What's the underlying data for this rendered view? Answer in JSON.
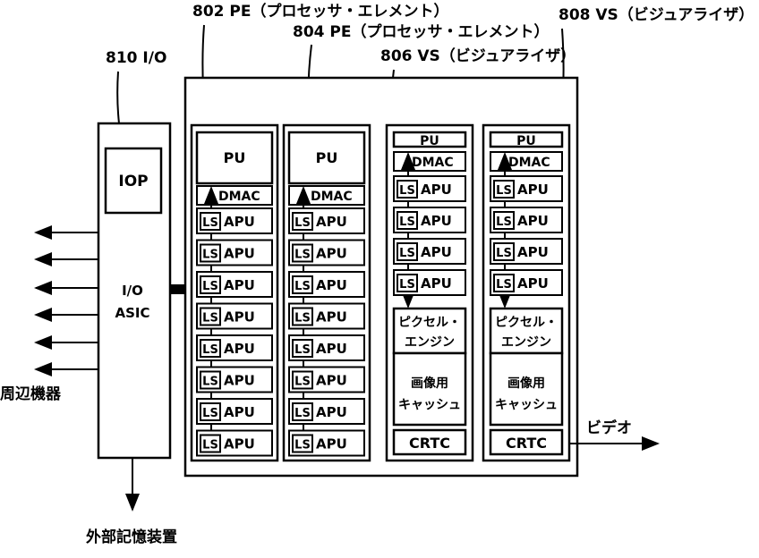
{
  "labels": {
    "pe802": "802 PE（プロセッサ・エレメント）",
    "pe804": "804 PE（プロセッサ・エレメント）",
    "vs806": "806 VS（ビジュアライザ）",
    "vs808": "808 VS（ビジュアライザ）",
    "io810": "810 I/O"
  },
  "io": {
    "iop": "IOP",
    "asic_line1": "I/O",
    "asic_line2": "ASIC",
    "peripherals": "周辺機器",
    "external_storage": "外部記憶装置"
  },
  "blocks": {
    "pu": "PU",
    "dmac": "DMAC",
    "ls": "LS",
    "apu": "APU",
    "pixel_engine_line1": "ピクセル・",
    "pixel_engine_line2": "エンジン",
    "image_cache_line1": "画像用",
    "image_cache_line2": "キャッシュ",
    "crtc": "CRTC",
    "video": "ビデオ"
  },
  "pe_apu_count": 8,
  "vs_apu_count": 4
}
